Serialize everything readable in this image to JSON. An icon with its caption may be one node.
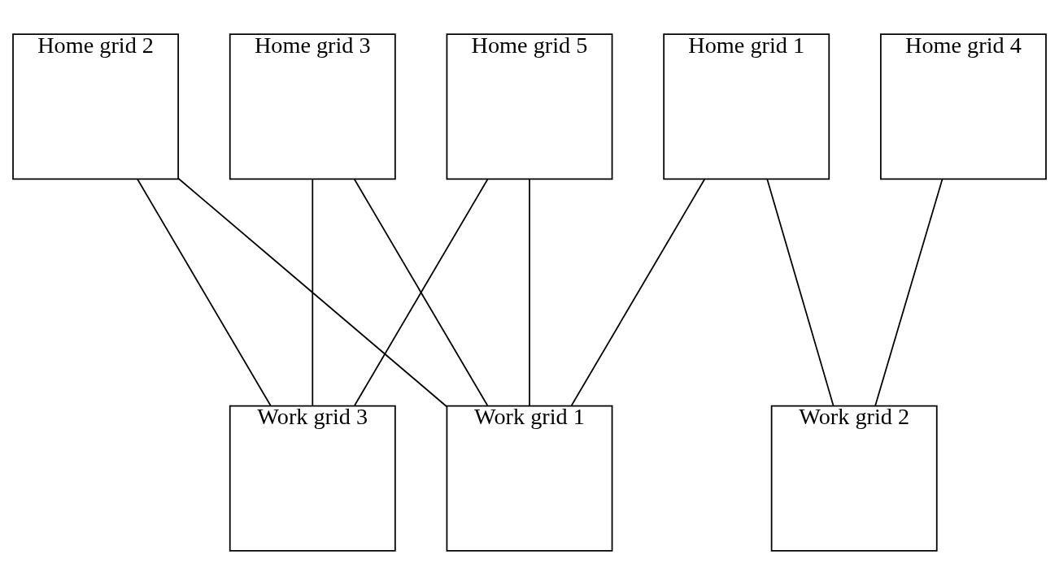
{
  "diagram": {
    "nodes": [
      {
        "text": [
          "Home grid 1"
        ]
      },
      {
        "text": [
          "Home grid 2"
        ]
      },
      {
        "text": [
          "Home grid 3"
        ]
      },
      {
        "text": [
          "Home grid 4"
        ]
      },
      {
        "text": [
          "Home grid 5"
        ]
      },
      {
        "text": [
          "Work grid 1"
        ]
      },
      {
        "text": [
          "Work grid 2"
        ]
      },
      {
        "text": [
          "Work grid 3"
        ]
      }
    ],
    "edges": [
      {
        "from": 0,
        "to": 5,
        "arrow": "none"
      },
      {
        "from": 0,
        "to": 6,
        "arrow": "none"
      },
      {
        "from": 1,
        "to": 5,
        "arrow": "none"
      },
      {
        "from": 1,
        "to": 7,
        "arrow": "none"
      },
      {
        "from": 2,
        "to": 5,
        "arrow": "none"
      },
      {
        "from": 2,
        "to": 7,
        "arrow": "none"
      },
      {
        "from": 3,
        "to": 6,
        "arrow": "none"
      },
      {
        "from": 4,
        "to": 5,
        "arrow": "none"
      },
      {
        "from": 4,
        "to": 7,
        "arrow": "none"
      }
    ]
  }
}
